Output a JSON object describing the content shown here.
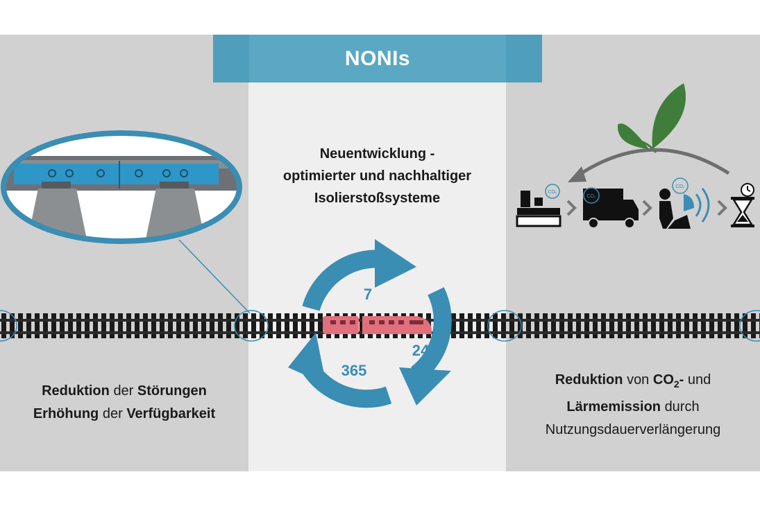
{
  "header": {
    "title": "NONIs"
  },
  "center": {
    "heading_line1": "Neuentwicklung -",
    "heading_line2": "optimierter und nachhaltiger",
    "heading_line3": "Isolierstoßsysteme",
    "cycle_labels": [
      "7",
      "24",
      "365"
    ]
  },
  "left": {
    "line1_bold1": "Reduktion",
    "line1_normal": "der",
    "line1_bold2": "Störungen",
    "line2_bold1": "Erhöhung",
    "line2_normal": "der",
    "line2_bold2": "Verfügbarkeit"
  },
  "right": {
    "line1_bold1": "Reduktion",
    "line1_normal1": "von",
    "line1_bold2": "CO",
    "line1_sub": "2",
    "line1_bold3": "-",
    "line1_normal2": "und",
    "line2_bold": "Lärmemission",
    "line2_normal": "durch",
    "line3": "Nutzungsdauerverlängerung",
    "icon_labels": [
      "CO₂",
      "CO₂",
      "CO₂"
    ]
  },
  "colors": {
    "accent_blue": "#3a8db3",
    "title_bar": "#5aa8c4",
    "train": "#e0707c",
    "leaf": "#3f7d3a"
  }
}
